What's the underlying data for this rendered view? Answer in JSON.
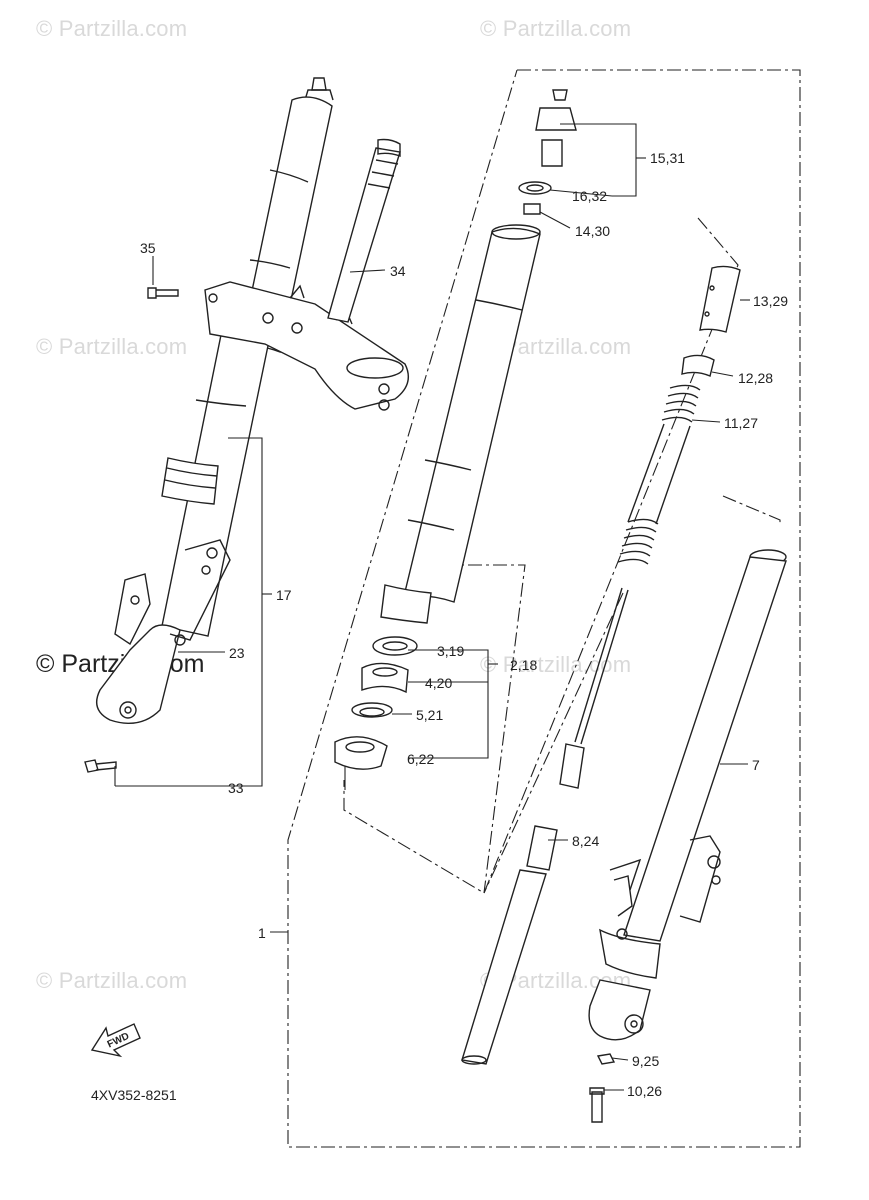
{
  "diagram": {
    "drawing_code": "4XV352-8251",
    "fwd_label": "FWD",
    "colors": {
      "line": "#222222",
      "watermark": "#d9d9d9",
      "background": "#ffffff"
    }
  },
  "watermarks": [
    "© Partzilla.com",
    "© Partzilla.com",
    "© Partzilla.com",
    "© Partzilla.com",
    "© Partzilla.com",
    "© Partzilla.com",
    "© Partzilla.com",
    "© Partzilla.com"
  ],
  "watermark_main": "© Partzilla.com",
  "callouts": {
    "c1": "1",
    "c2_18": "2,18",
    "c3_19": "3,19",
    "c4_20": "4,20",
    "c5_21": "5,21",
    "c6_22": "6,22",
    "c7": "7",
    "c8_24": "8,24",
    "c9_25": "9,25",
    "c10_26": "10,26",
    "c11_27": "11,27",
    "c12_28": "12,28",
    "c13_29": "13,29",
    "c14_30": "14,30",
    "c15_31": "15,31",
    "c16_32": "16,32",
    "c17": "17",
    "c23": "23",
    "c33": "33",
    "c34": "34",
    "c35": "35"
  }
}
